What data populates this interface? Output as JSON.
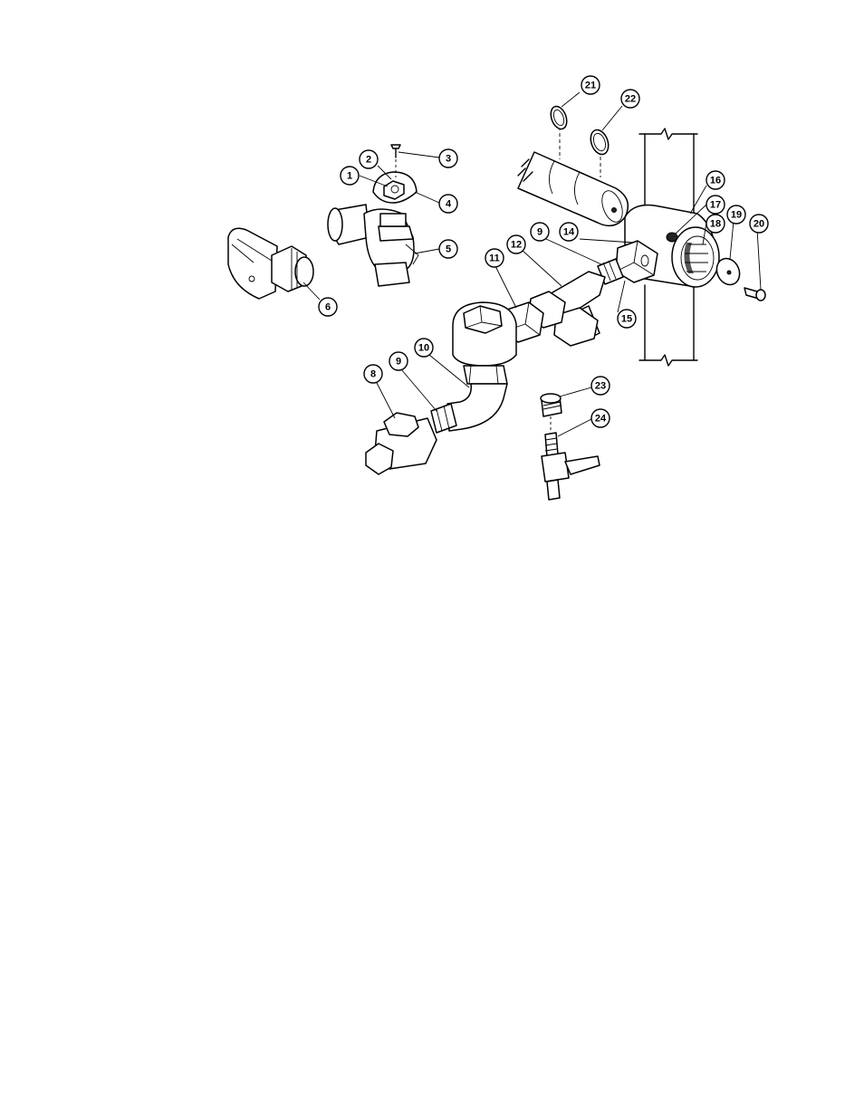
{
  "callouts": [
    {
      "id": "c1",
      "label": "1"
    },
    {
      "id": "c2",
      "label": "2"
    },
    {
      "id": "c3",
      "label": "3"
    },
    {
      "id": "c4",
      "label": "4"
    },
    {
      "id": "c5",
      "label": "5"
    },
    {
      "id": "c6",
      "label": "6"
    },
    {
      "id": "c8",
      "label": "8"
    },
    {
      "id": "c9a",
      "label": "9"
    },
    {
      "id": "c9b",
      "label": "9"
    },
    {
      "id": "c10",
      "label": "10"
    },
    {
      "id": "c11",
      "label": "11"
    },
    {
      "id": "c12",
      "label": "12"
    },
    {
      "id": "c14",
      "label": "14"
    },
    {
      "id": "c15",
      "label": "15"
    },
    {
      "id": "c16",
      "label": "16"
    },
    {
      "id": "c17",
      "label": "17"
    },
    {
      "id": "c18",
      "label": "18"
    },
    {
      "id": "c19",
      "label": "19"
    },
    {
      "id": "c20",
      "label": "20"
    },
    {
      "id": "c21",
      "label": "21"
    },
    {
      "id": "c22",
      "label": "22"
    },
    {
      "id": "c23",
      "label": "23"
    },
    {
      "id": "c24",
      "label": "24"
    }
  ]
}
